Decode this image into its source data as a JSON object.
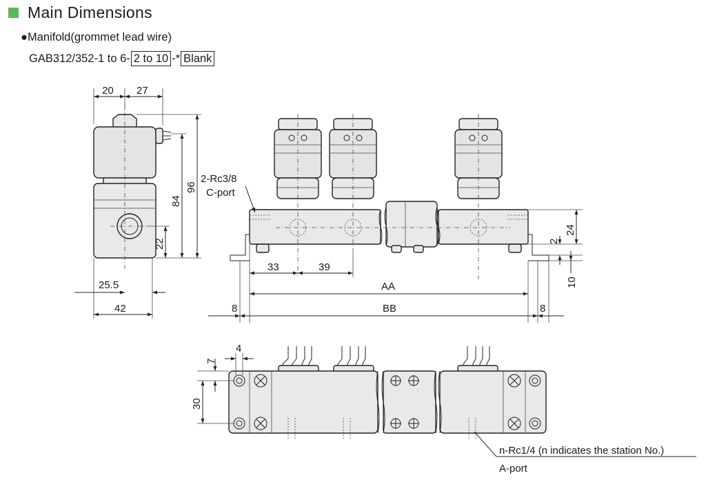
{
  "header": {
    "title": "Main Dimensions",
    "subtitle": "●Manifold(grommet lead wire)"
  },
  "model": {
    "prefix": "GAB312/352-1 to 6-",
    "station_box": "2 to 10",
    "mid": "-*",
    "option_box": "Blank"
  },
  "front_view": {
    "dim_top_left": "20",
    "dim_top_right": "27",
    "dim_height_total": "96",
    "dim_height_body": "84",
    "dim_port_height": "22",
    "dim_width_port": "25.5",
    "dim_width_total": "42"
  },
  "side_view": {
    "c_port_size": "2-Rc3/8",
    "c_port_label": "C-port",
    "dim_pitch_first": "33",
    "dim_pitch": "39",
    "dim_aa": "AA",
    "dim_bb": "BB",
    "dim_left_end": "8",
    "dim_right_end": "8",
    "dim_body_height": "24",
    "dim_offset": "2",
    "dim_bracket": "10"
  },
  "plan_view": {
    "dim_hole": "4",
    "dim_edge": "7",
    "dim_hole_pitch": "30",
    "a_port_size": "n-Rc1/4 (n indicates the station No.)",
    "a_port_label": "A-port"
  }
}
